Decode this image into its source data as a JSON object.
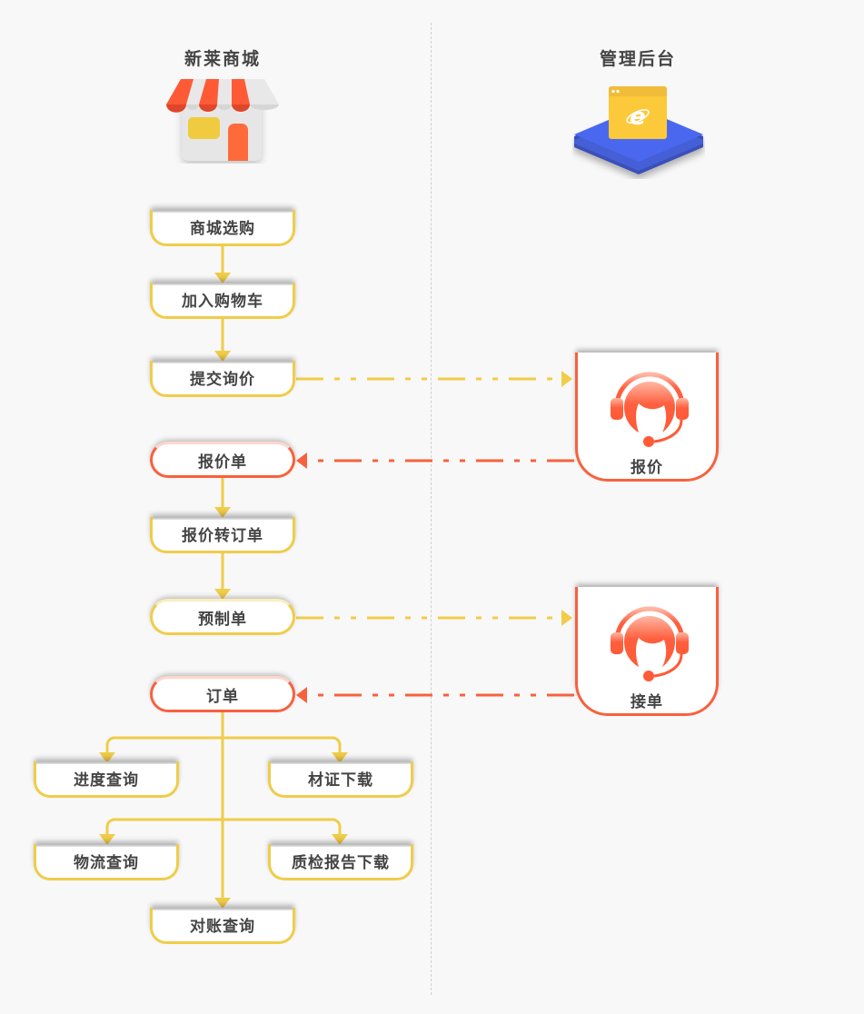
{
  "columns": {
    "left_title": "新莱商城",
    "right_title": "管理后台",
    "left_icon": "storefront-icon",
    "right_icon": "browser-platform-icon"
  },
  "colors": {
    "background": "#f8f8f8",
    "yellow": "#f0cc49",
    "red": "#f7613e",
    "text": "#444444",
    "divider": "#cfcfcf",
    "platform_blue": "#4a68e6"
  },
  "flow": {
    "steps": [
      {
        "label": "商城选购",
        "style": "tab-yellow"
      },
      {
        "label": "加入购物车",
        "style": "tab-yellow"
      },
      {
        "label": "提交询价",
        "style": "tab-yellow"
      },
      {
        "label": "报价单",
        "style": "pill-red"
      },
      {
        "label": "报价转订单",
        "style": "tab-yellow"
      },
      {
        "label": "预制单",
        "style": "pill-yellow"
      },
      {
        "label": "订单",
        "style": "pill-red"
      }
    ],
    "branches": [
      {
        "label": "进度查询"
      },
      {
        "label": "材证下载"
      },
      {
        "label": "物流查询"
      },
      {
        "label": "质检报告下载"
      },
      {
        "label": "对账查询"
      }
    ]
  },
  "admin": {
    "nodes": [
      {
        "label": "报价",
        "icon": "customer-service-headset-icon"
      },
      {
        "label": "接单",
        "icon": "customer-service-headset-icon"
      }
    ]
  },
  "links": [
    {
      "from": "提交询价",
      "to": "报价",
      "style": "dash-dot",
      "color": "yellow"
    },
    {
      "from": "报价",
      "to": "报价单",
      "style": "dash-dot",
      "color": "red"
    },
    {
      "from": "预制单",
      "to": "接单",
      "style": "dash-dot",
      "color": "yellow"
    },
    {
      "from": "接单",
      "to": "订单",
      "style": "dash-dot",
      "color": "red"
    }
  ]
}
